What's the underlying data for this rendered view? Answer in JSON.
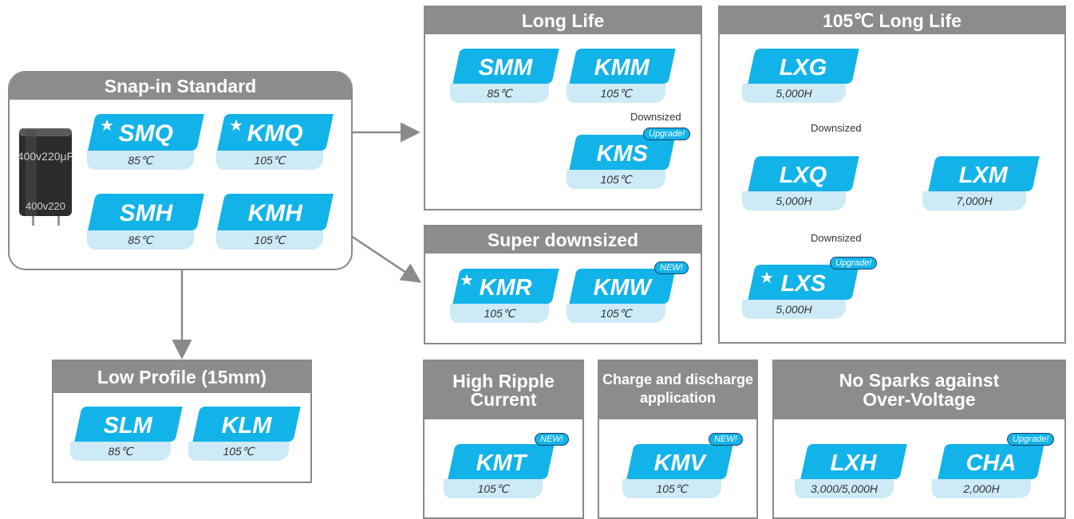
{
  "snap_in": {
    "title": "Snap-in Standard",
    "smq": {
      "code": "SMQ",
      "sub": "85℃"
    },
    "kmq": {
      "code": "KMQ",
      "sub": "105℃"
    },
    "smh": {
      "code": "SMH",
      "sub": "85℃"
    },
    "kmh": {
      "code": "KMH",
      "sub": "105℃"
    },
    "capacitor_label": "400v220μF"
  },
  "long_life": {
    "title": "Long Life",
    "smm": {
      "code": "SMM",
      "sub": "85℃"
    },
    "kmm": {
      "code": "KMM",
      "sub": "105℃"
    },
    "kms": {
      "code": "KMS",
      "sub": "105℃"
    },
    "note": "Downsized",
    "badge": "Upgrade!"
  },
  "long_life_105": {
    "title": "105℃ Long Life",
    "lxg": {
      "code": "LXG",
      "sub": "5,000H"
    },
    "lxq": {
      "code": "LXQ",
      "sub": "5,000H"
    },
    "lxm": {
      "code": "LXM",
      "sub": "7,000H"
    },
    "lxs": {
      "code": "LXS",
      "sub": "5,000H"
    },
    "note1": "Downsized",
    "note2": "Downsized",
    "badge": "Upgrade!"
  },
  "super_downsized": {
    "title": "Super downsized",
    "kmr": {
      "code": "KMR",
      "sub": "105℃"
    },
    "kmw": {
      "code": "KMW",
      "sub": "105℃"
    },
    "badge": "NEW!"
  },
  "low_profile": {
    "title": "Low Profile (15mm)",
    "slm": {
      "code": "SLM",
      "sub": "85℃"
    },
    "klm": {
      "code": "KLM",
      "sub": "105℃"
    }
  },
  "high_ripple": {
    "title_line1": "High Ripple",
    "title_line2": "Current",
    "kmt": {
      "code": "KMT",
      "sub": "105℃"
    },
    "badge": "NEW!"
  },
  "charge": {
    "title_line1": "Charge and discharge",
    "title_line2": "application",
    "kmv": {
      "code": "KMV",
      "sub": "105℃"
    },
    "badge": "NEW!"
  },
  "no_sparks": {
    "title_line1": "No Sparks against",
    "title_line2": "Over-Voltage",
    "lxh": {
      "code": "LXH",
      "sub": "3,000/5,000H"
    },
    "cha": {
      "code": "CHA",
      "sub": "2,000H"
    },
    "badge": "Upgrade!"
  },
  "star_glyph": "★",
  "colors": {
    "chip": "#12b3e8",
    "chip_sub": "#cdeaf7",
    "header": "#8c8c8c",
    "border": "#8a8a8a",
    "arrow": "#8a8a8a"
  }
}
